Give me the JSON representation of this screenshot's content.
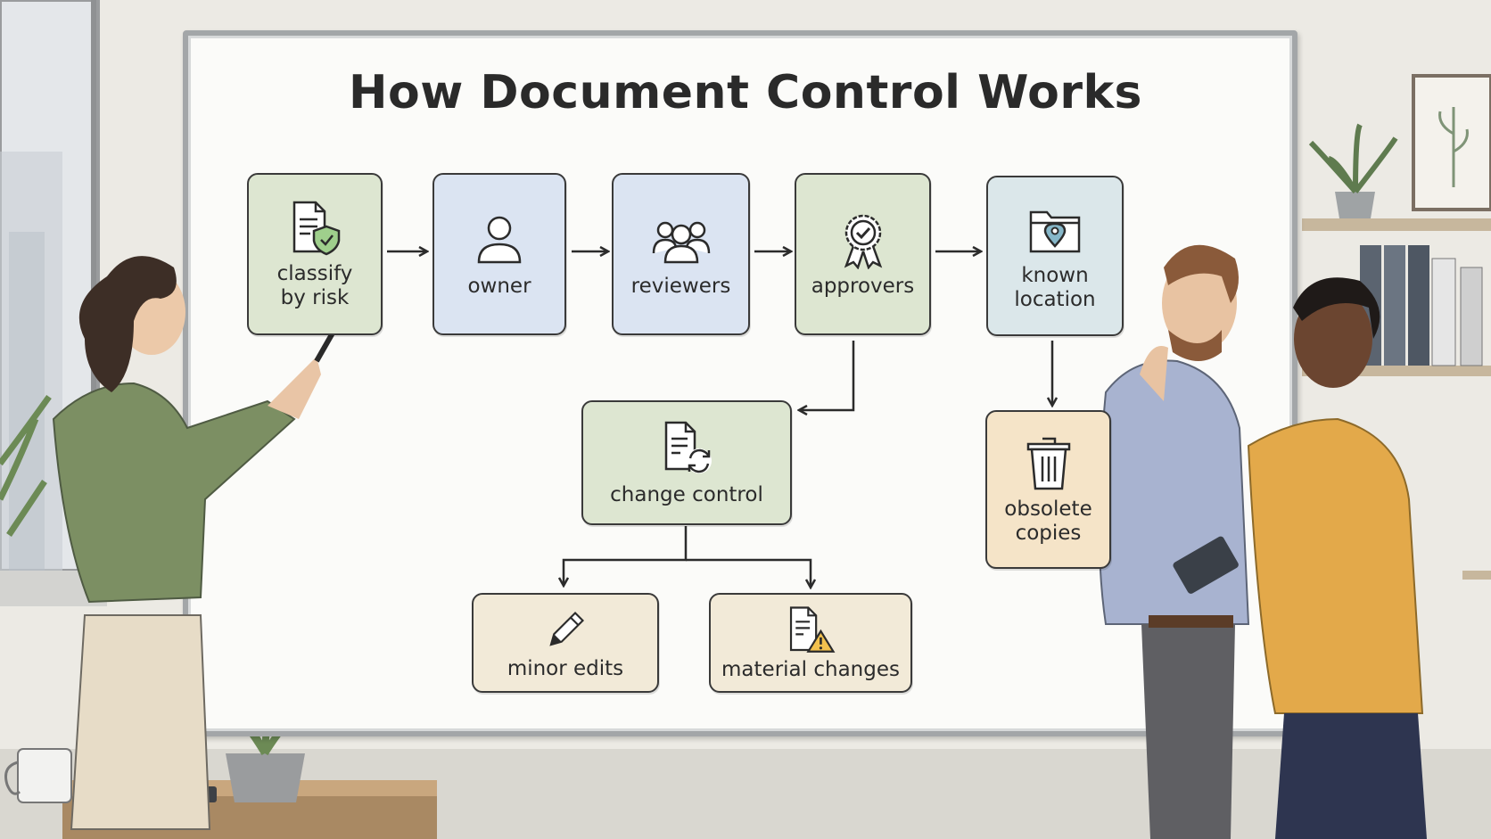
{
  "title": "How Document Control Works",
  "nodes": {
    "classify": {
      "label": "classify\nby risk",
      "icon": "document-shield-icon"
    },
    "owner": {
      "label": "owner",
      "icon": "person-icon"
    },
    "reviewers": {
      "label": "reviewers",
      "icon": "group-icon"
    },
    "approvers": {
      "label": "approvers",
      "icon": "award-check-icon"
    },
    "known_location": {
      "label": "known\nlocation",
      "icon": "folder-pin-icon"
    },
    "change_control": {
      "label": "change control",
      "icon": "document-refresh-icon"
    },
    "minor_edits": {
      "label": "minor edits",
      "icon": "pencil-icon"
    },
    "material_changes": {
      "label": "material changes",
      "icon": "document-warning-icon"
    },
    "obsolete_copies": {
      "label": "obsolete\ncopies",
      "icon": "trash-icon"
    }
  },
  "colors": {
    "green": "#dde6d1",
    "blue": "#dbe4f2",
    "teal": "#dbe7ea",
    "cream": "#f2ead8",
    "peach": "#f5e4c8",
    "ink": "#2b2b2b"
  }
}
